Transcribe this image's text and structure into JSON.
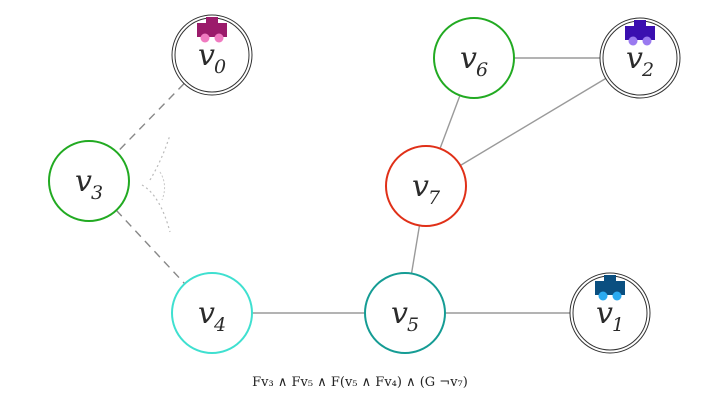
{
  "nodes": {
    "v0": {
      "letter": "v",
      "sub": "0",
      "color": "#333333",
      "style": "double"
    },
    "v1": {
      "letter": "v",
      "sub": "1",
      "color": "#333333",
      "style": "double"
    },
    "v2": {
      "letter": "v",
      "sub": "2",
      "color": "#333333",
      "style": "double"
    },
    "v3": {
      "letter": "v",
      "sub": "3",
      "color": "#22aa22",
      "style": "single"
    },
    "v4": {
      "letter": "v",
      "sub": "4",
      "color": "#3fe0d0",
      "style": "single"
    },
    "v5": {
      "letter": "v",
      "sub": "5",
      "color": "#159c94",
      "style": "single"
    },
    "v6": {
      "letter": "v",
      "sub": "6",
      "color": "#22aa22",
      "style": "single"
    },
    "v7": {
      "letter": "v",
      "sub": "7",
      "color": "#e03018",
      "style": "single"
    }
  },
  "edges": [
    {
      "from": "v0",
      "to": "v3",
      "style": "dashed"
    },
    {
      "from": "v3",
      "to": "v4",
      "style": "dashed"
    },
    {
      "from": "v4",
      "to": "v5",
      "style": "solid"
    },
    {
      "from": "v5",
      "to": "v1",
      "style": "solid"
    },
    {
      "from": "v5",
      "to": "v7",
      "style": "solid"
    },
    {
      "from": "v7",
      "to": "v6",
      "style": "solid"
    },
    {
      "from": "v7",
      "to": "v2",
      "style": "solid"
    },
    {
      "from": "v6",
      "to": "v2",
      "style": "solid"
    }
  ],
  "robots": [
    {
      "at": "v0",
      "body_color": "#9b1b6b",
      "wheel_color": "#f07ac0"
    },
    {
      "at": "v2",
      "body_color": "#3a0fb0",
      "wheel_color": "#9a7af0"
    },
    {
      "at": "v1",
      "body_color": "#0a4f80",
      "wheel_color": "#2aaaf0"
    }
  ],
  "formula": "Fv₃ ∧ Fv₅ ∧ F(v₅ ∧ Fv₄) ∧ (G ¬v₇)"
}
